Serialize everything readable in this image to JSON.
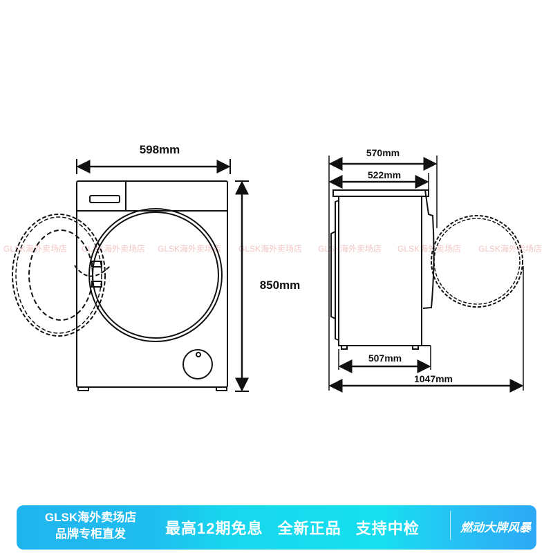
{
  "front_view": {
    "width_label": "598mm",
    "height_label": "850mm"
  },
  "side_view": {
    "depth_label": "570mm",
    "body_depth_label": "522mm",
    "base_label": "507mm",
    "door_open_label": "1047mm"
  },
  "watermark": "GLSK海外卖场店",
  "banner": {
    "store_name": "GLSK海外卖场店",
    "store_tagline": "品牌专柜直发",
    "promos": [
      "最高12期免息",
      "全新正品",
      "支持中检"
    ],
    "logo_text": "燃动大牌风暴",
    "colors": {
      "left": "#20b4ee",
      "middle": "#16e0ef",
      "right": "#2da8f5"
    }
  }
}
